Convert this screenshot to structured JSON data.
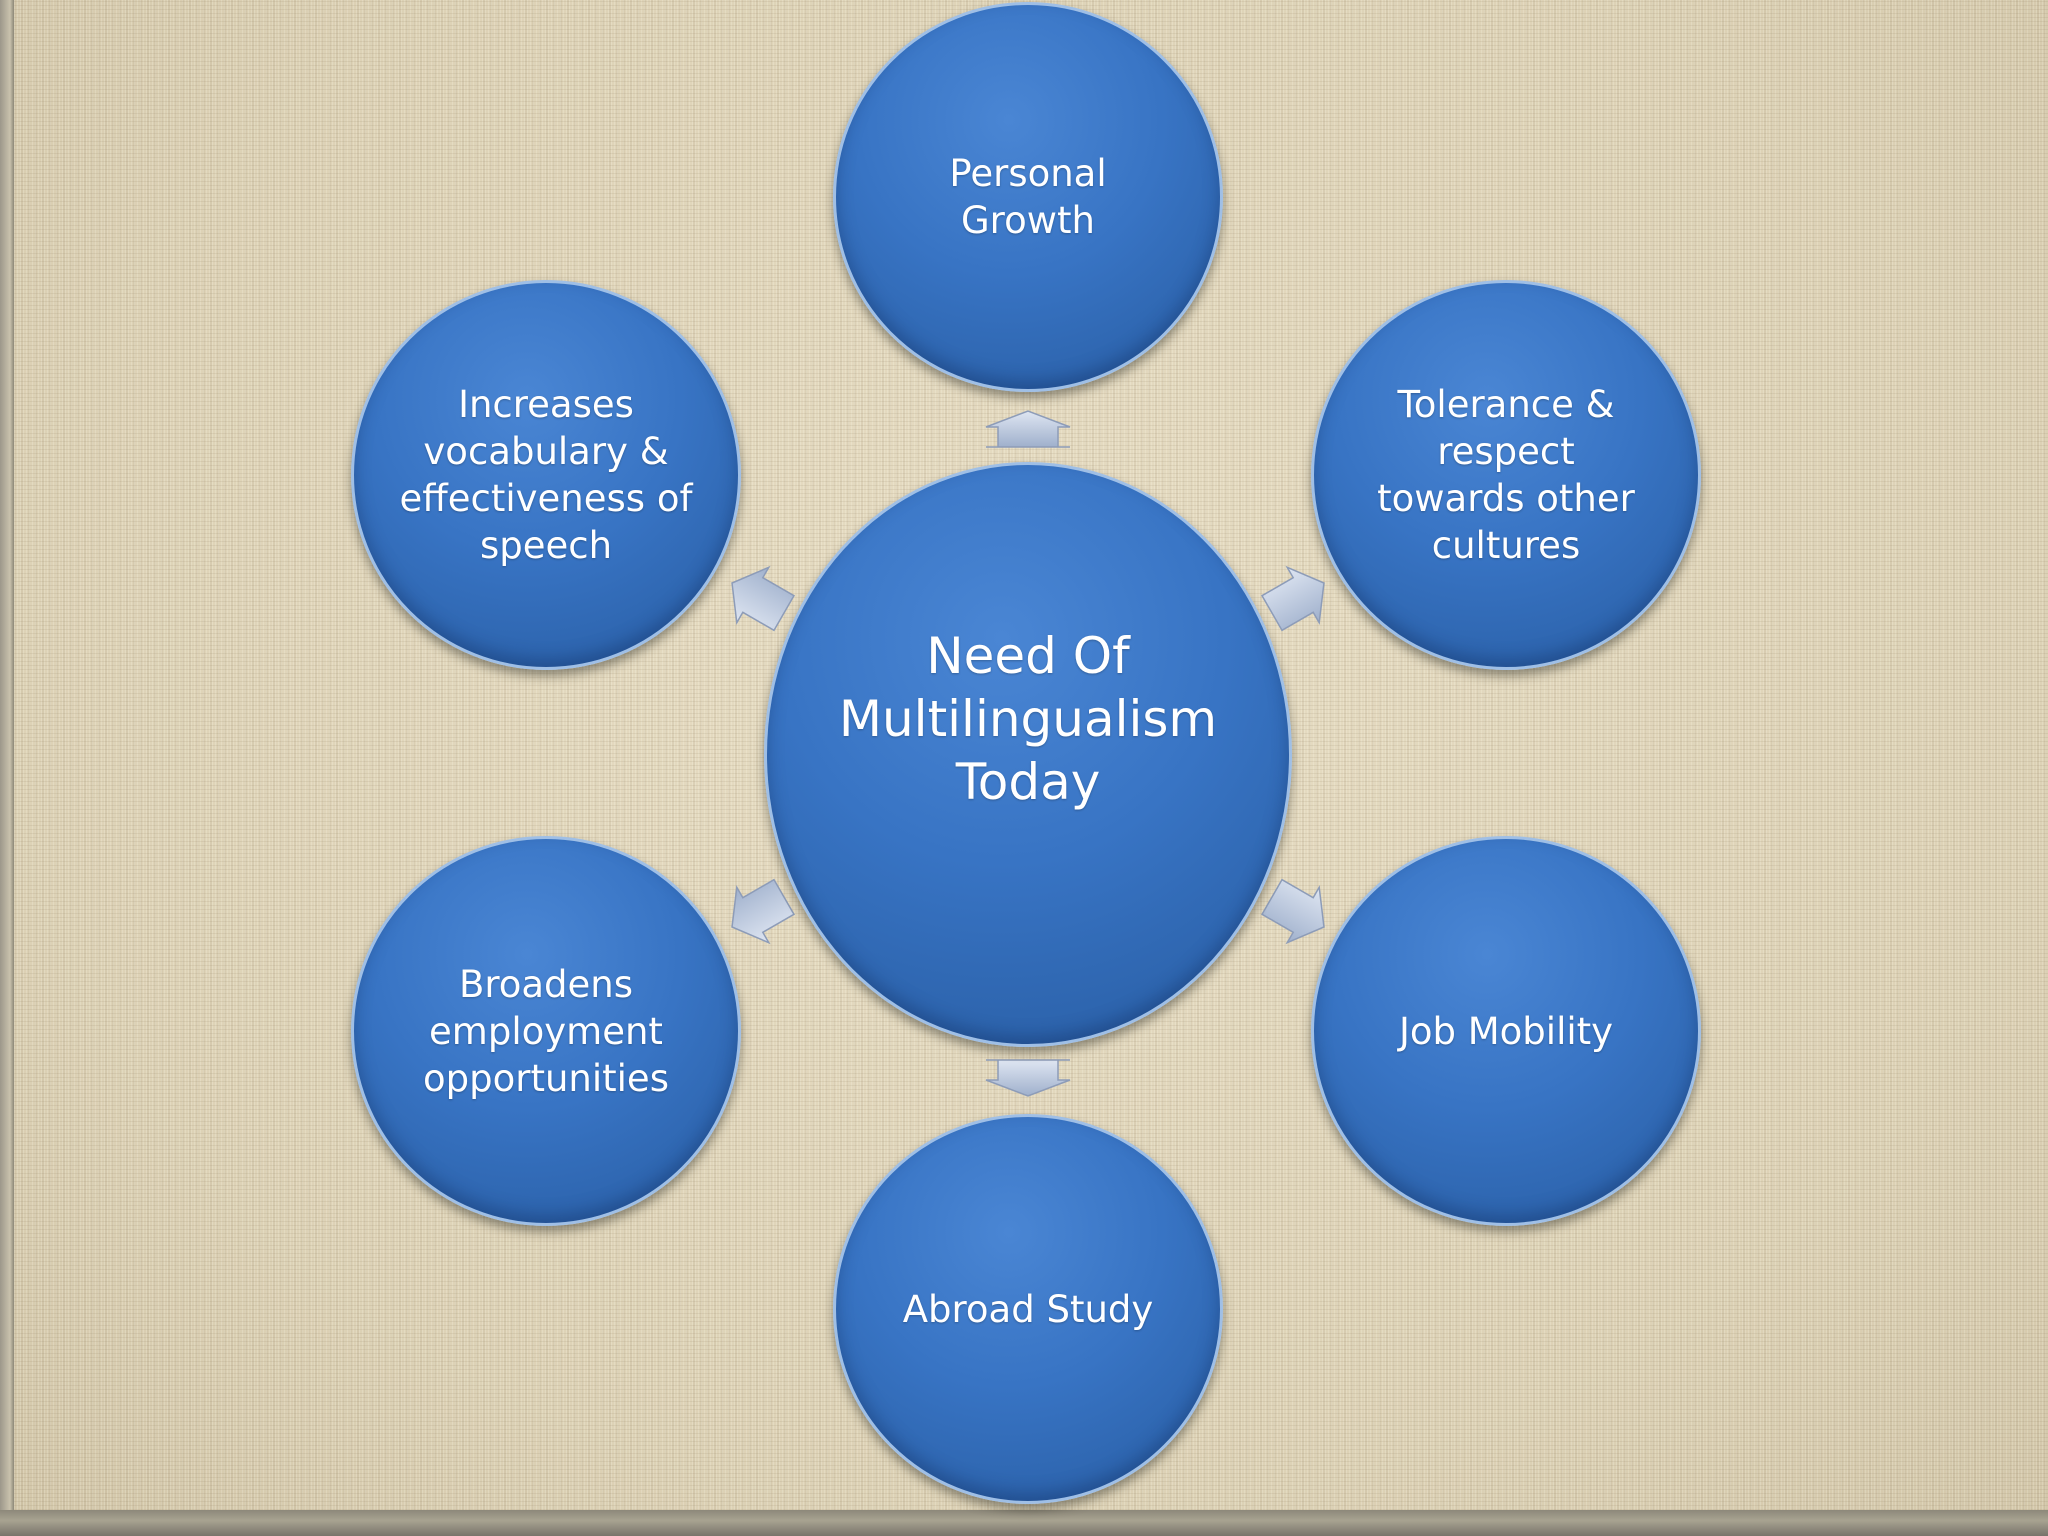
{
  "diagram": {
    "center": {
      "label": "Need Of\nMultilingualism\nToday"
    },
    "nodes": [
      {
        "id": "personal-growth",
        "label": "Personal\nGrowth"
      },
      {
        "id": "tolerance",
        "label": "Tolerance &\nrespect\ntowards other\ncultures"
      },
      {
        "id": "job-mobility",
        "label": "Job Mobility"
      },
      {
        "id": "abroad-study",
        "label": "Abroad Study"
      },
      {
        "id": "employment",
        "label": "Broadens\nemployment\nopportunities"
      },
      {
        "id": "vocabulary",
        "label": "Increases\nvocabulary &\neffectiveness of\nspeech"
      }
    ],
    "colors": {
      "node_fill": "#3874c4",
      "node_border": "#9fbfe6",
      "arrow_fill": "#b4c3dc",
      "background": "#e2d7bd"
    }
  }
}
